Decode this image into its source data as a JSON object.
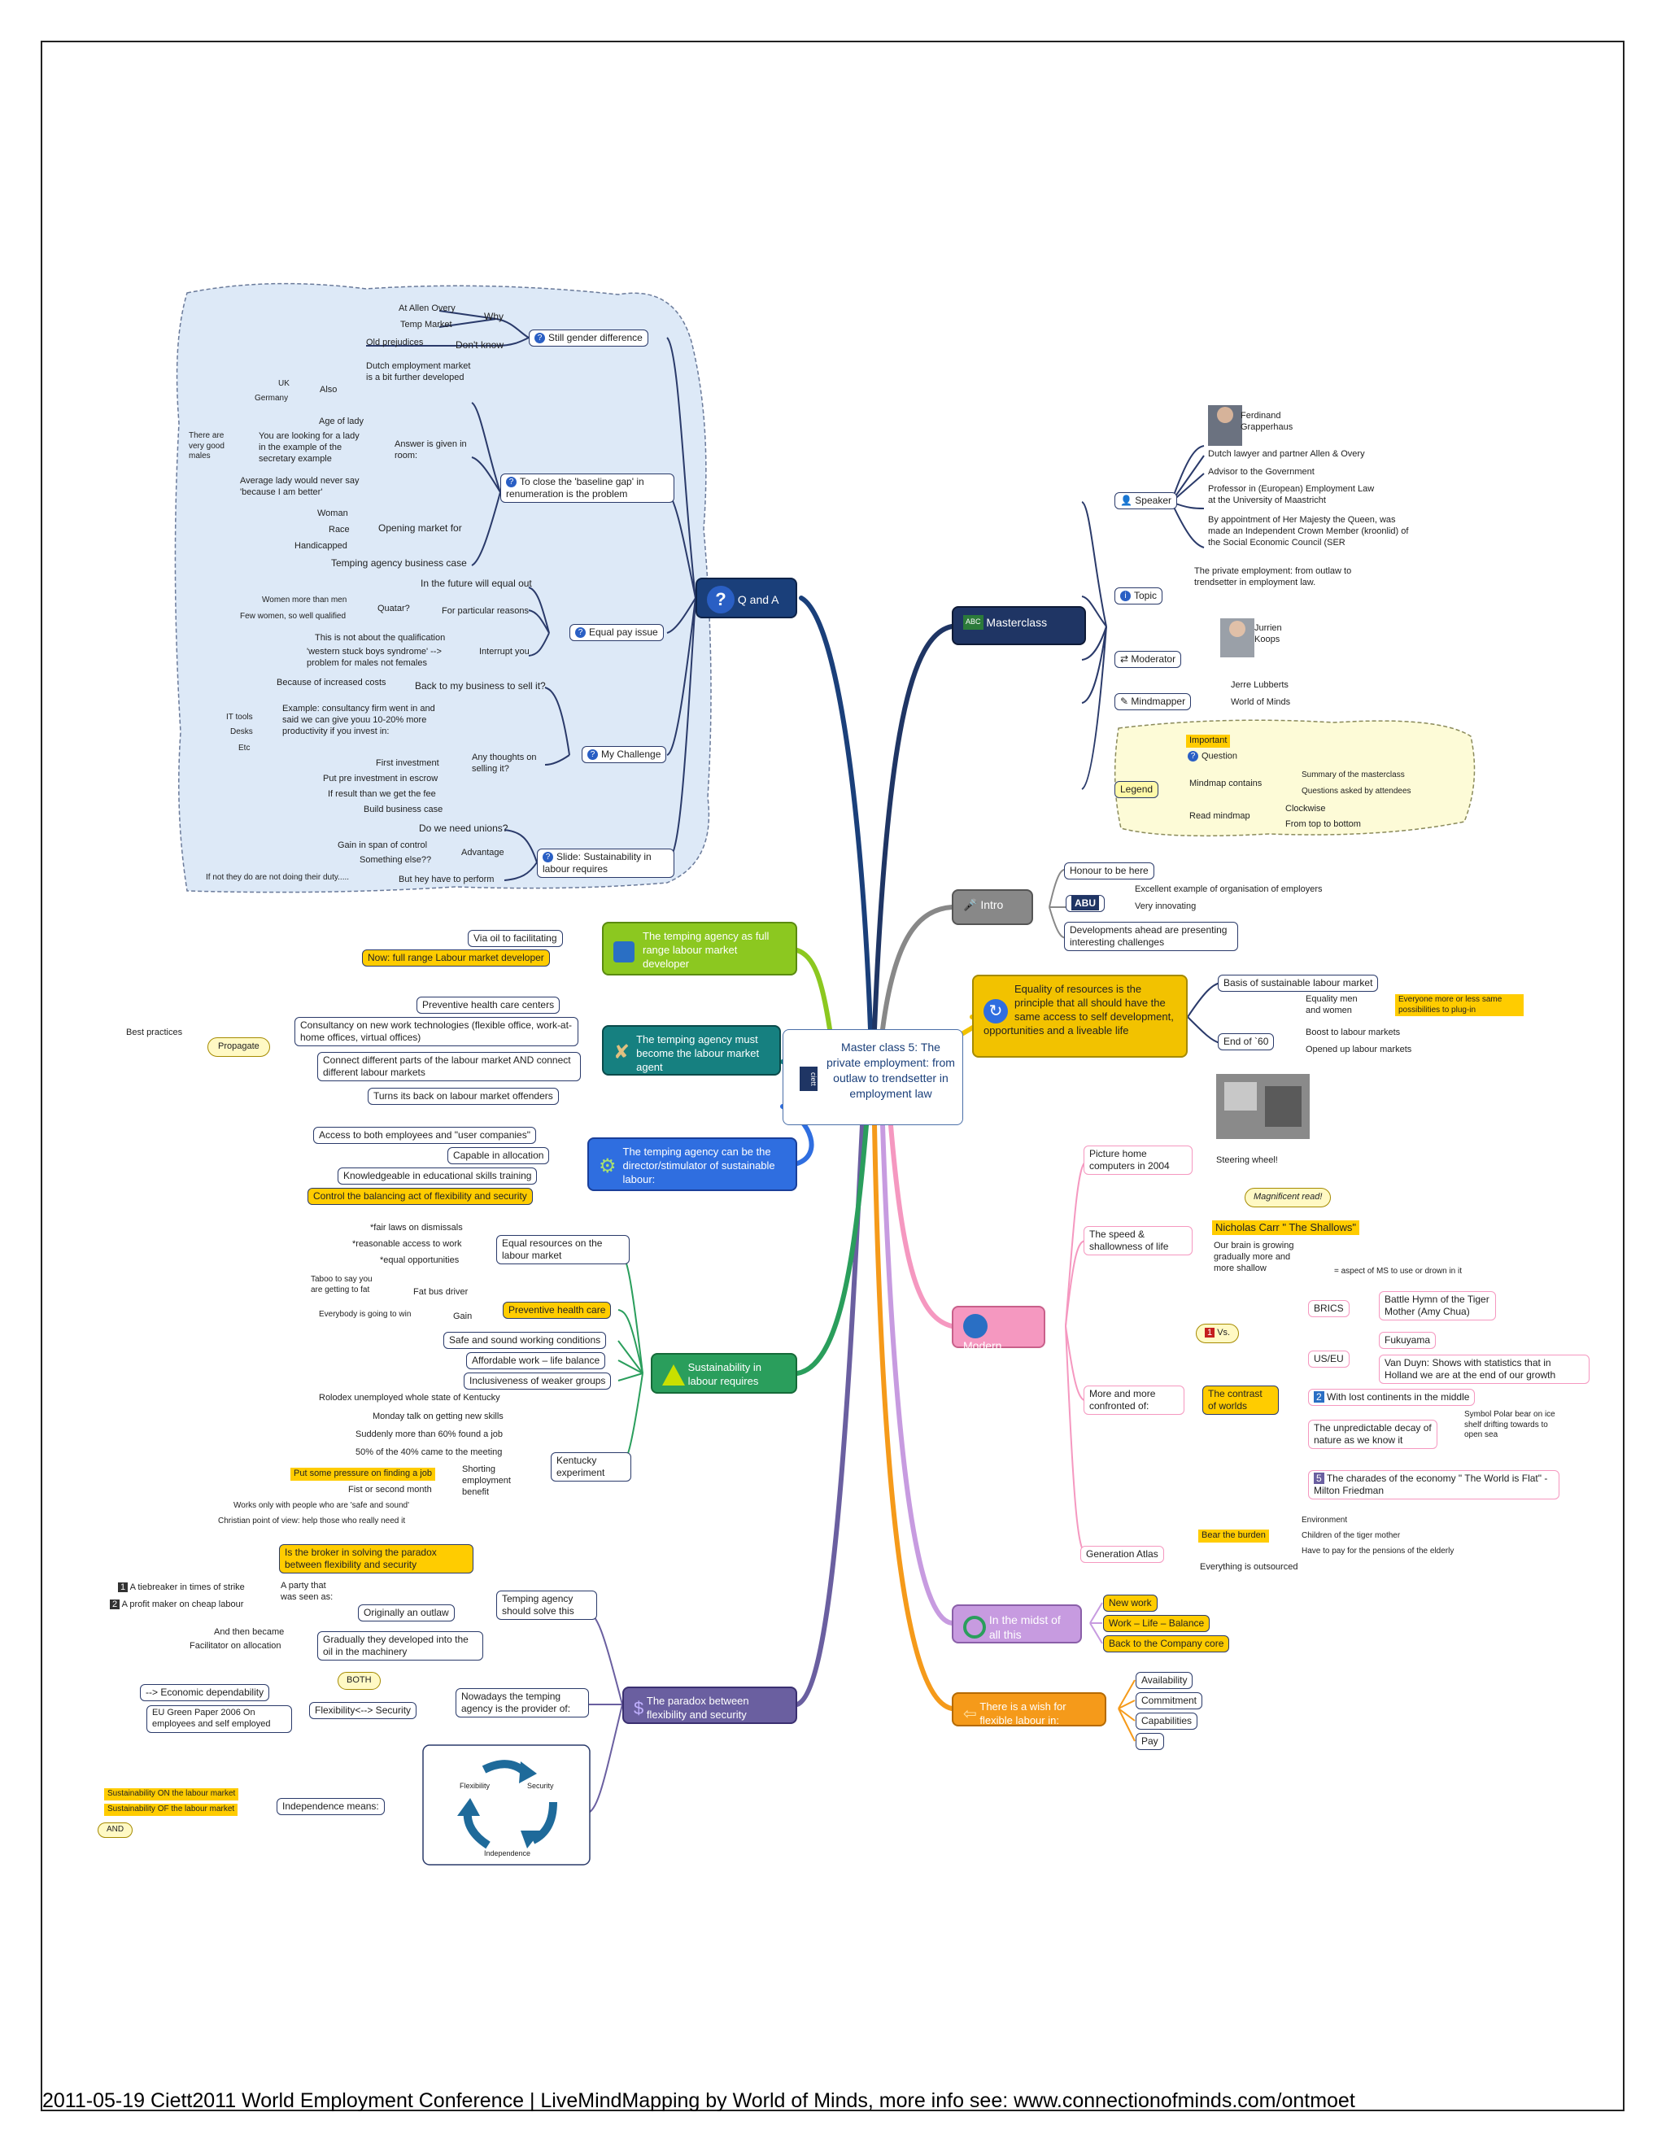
{
  "center": {
    "label": "Master class 5: The private employment: from outlaw to trendsetter in employment law",
    "logo": "ciett"
  },
  "footer": "2011-05-19  Ciett2011  World  Employment  Conference  |  LiveMindMapping  by  World  of  Minds,  more  info  see:  www.connectionofminds.com/ontmoet",
  "colors": {
    "qanda": "#1a3f7a",
    "masterclass": "#1f3564",
    "intro": "#888888",
    "equality": "#f2c200",
    "modern": "#f598c0",
    "midst": "#c79be0",
    "wish": "#f59a1a",
    "paradox": "#6a5fa0",
    "sustain": "#2a9e5c",
    "director": "#2f6ee0",
    "agent": "#168080",
    "developer": "#8cc820"
  },
  "qanda": {
    "label": "Q and A",
    "gender": {
      "label": "Still gender difference",
      "why": "Why",
      "allen": "At Allen Overy",
      "temp": "Temp Market",
      "dontknow": "Don't know",
      "old": "Old prejudices"
    },
    "gap": {
      "label": "To close the 'baseline gap' in renumeration is the problem",
      "dutch": "Dutch employment market is a bit further developed",
      "also": "Also",
      "uk": "UK",
      "germany": "Germany",
      "answer": "Answer is given in room:",
      "age": "Age of lady",
      "looking": "You are looking for a lady in the example of the secretary example",
      "therearevery": "There are very good males",
      "average": "Average lady would never say 'because I am better'",
      "opening": "Opening market for",
      "woman": "Woman",
      "race": "Race",
      "handicapped": "Handicapped",
      "tempcase": "Temping agency business case"
    },
    "equal": {
      "label": "Equal pay issue",
      "future": "In the future will equal out",
      "reasons": "For particular reasons",
      "quatar": "Quatar?",
      "women": "Women more than men",
      "few": "Few women, so well qualified",
      "interrupt": "Interrupt you",
      "notabout": "This is not about the qualification",
      "western": "'western stuck boys syndrome' --> problem for males not females"
    },
    "challenge": {
      "label": "My Challenge",
      "increased": "Because of increased costs",
      "back": "Back to my business to sell it?",
      "example": "Example: consultancy firm went in and said we can give youu 10-20% more productivity if you invest in:",
      "it": "IT tools",
      "desks": "Desks",
      "etc": "Etc",
      "thoughts": "Any thoughts on selling it?",
      "first": "First investment",
      "escrow": "Put pre investment in escrow",
      "fee": "If result than we get the fee",
      "build": "Build business case"
    },
    "slide": {
      "label": "Slide: Sustainability in labour requires",
      "unions": "Do we need unions?",
      "gain": "Gain in span of control",
      "something": "Something else??",
      "advantage": "Advantage",
      "ifnot": "If not they do are not doing their duty.....",
      "perform": "But hey have to perform"
    }
  },
  "masterclass": {
    "label": "Masterclass",
    "speaker": {
      "label": "Speaker",
      "name": "Ferdinand Grapperhaus",
      "l1": "Dutch lawyer and partner Allen & Overy",
      "l2": "Advisor to the Government",
      "l3": "Professor in (European) Employment Law at the University of Maastricht",
      "l4": "By appointment of Her Majesty the Queen, was made an Independent Crown Member (kroonlid) of the Social Economic Council (SER"
    },
    "topic": {
      "label": "Topic",
      "text": "The private employment: from outlaw to trendsetter in employment law."
    },
    "moderator": {
      "label": "Moderator",
      "name": "Jurrien Koops"
    },
    "mindmapper": {
      "label": "Mindmapper",
      "jerre": "Jerre Lubberts",
      "wom": "World of Minds"
    },
    "legend": {
      "label": "Legend",
      "important": "Important",
      "question": "Question",
      "contains": "Mindmap contains",
      "summary": "Summary of the masterclass",
      "asked": "Questions asked by attendees",
      "read": "Read mindmap",
      "clockwise": "Clockwise",
      "top": "From top to bottom"
    }
  },
  "intro": {
    "label": "Intro",
    "honour": "Honour to be here",
    "abu": "ABU",
    "excellent": "Excellent example of organisation of employers",
    "innovating": "Very innovating",
    "developments": "Developments ahead are presenting interesting challenges"
  },
  "equality": {
    "label": "Equality of resources is the principle that all should have the same access to self development, opportunities and  a liveable life",
    "basis": "Basis of sustainable labour market",
    "end60": "End of `60",
    "equalmen": "Equality men and women",
    "everyone": "Everyone more or less same possibilities to plug-in",
    "boost": "Boost to labour markets",
    "opened": "Opened up labour markets"
  },
  "modern": {
    "label": "Modern society",
    "picture": "Picture home computers in 2004",
    "steering": "Steering wheel!",
    "speed": "The speed & shallowness of life",
    "magnificent": "Magnificent read!",
    "carr": "Nicholas Carr \" The Shallows\"",
    "brain": "Our brain is growing gradually more and more shallow",
    "aspect": "= aspect of MS to use or drown in it",
    "more": "More and more confronted of:",
    "contrast": "The contrast of worlds",
    "vs": "Vs.",
    "brics": "BRICS",
    "battle": "Battle Hymn of the Tiger Mother (Amy Chua)",
    "useu": "US/EU",
    "fukuyama": "Fukuyama",
    "vanduyn": "Van Duyn: Shows with statistics that in Holland we are at the end of our growth",
    "lost": "With lost continents in the middle",
    "unpredictable": "The unpredictable decay of nature as we know it",
    "polar": "Symbol Polar bear on ice shelf drifting towards to open sea",
    "charades": "The charades of the economy \" The World is Flat\" - Milton Friedman",
    "atlas": "Generation Atlas",
    "burden": "Bear the burden",
    "environment": "Environment",
    "children": "Children of the tiger mother",
    "pensions": "Have to pay for the pensions of the elderly",
    "outsourced": "Everything is outsourced"
  },
  "midst": {
    "label": "In the midst of all this",
    "newwork": "New work",
    "wlb": "Work – Life – Balance",
    "backcore": "Back to the Company core"
  },
  "wish": {
    "label": "There is a wish for flexible labour in:",
    "availability": "Availability",
    "commitment": "Commitment",
    "capabilities": "Capabilities",
    "pay": "Pay"
  },
  "paradox": {
    "label": "The paradox between flexibility and security",
    "broker": "Is the broker in solving the paradox between flexibility and security",
    "solve": "Temping agency should solve this",
    "party": "A party that was seen as:",
    "outlaw": "Originally an outlaw",
    "tiebreaker": "A tiebreaker in times of strike",
    "profit": "A profit maker on cheap labour",
    "gradually": "Gradually they developed into the oil in the machinery",
    "andthen": "And then became",
    "facilitator": "Facilitator on allocation",
    "nowadays": "Nowadays the temping agency is the provider of:",
    "flexsec": "Flexibility<--> Security",
    "both": "BOTH",
    "econ": "--> Economic dependability",
    "eugreen": "EU Green Paper 2006 On employees and self employed",
    "indep": "Independence means:",
    "sustON": "Sustainability ON the labour market",
    "sustOF": "Sustainability OF the labour market",
    "and": "AND",
    "cycle": {
      "flex": "Flexibility",
      "sec": "Security",
      "ind": "Independence"
    }
  },
  "sustain": {
    "label": "Sustainability in labour requires",
    "equalres": "Equal resources on the labour market",
    "fair": "*fair laws on dismissals",
    "reasonable": "*reasonable access to work",
    "equalopp": "*equal opportunities",
    "preventive": "Preventive health care",
    "fatbus": "Fat bus driver",
    "taboo": "Taboo to say you are getting to fat",
    "gain": "Gain",
    "everybody": "Everybody is going to win",
    "safe": "Safe and sound working conditions",
    "affordable": "Affordable work – life balance",
    "inclusive": "Inclusiveness of weaker groups",
    "kentucky": "Kentucky experiment",
    "rolodex": "Rolodex unemployed whole state of Kentucky",
    "monday": "Monday talk on getting new skills",
    "suddenly": "Suddenly more than 60% found a job",
    "fifty": "50% of the 40% came to the meeting",
    "shorting": "Shorting employment benefit",
    "pressure": "Put some pressure on finding a job",
    "fist": "Fist or second month",
    "worksonly": "Works only with people who are 'safe and sound'",
    "christian": "Christian point of view: help those who really need it"
  },
  "director": {
    "label": "The temping agency can be the director/stimulator of sustainable labour:",
    "access": "Access to both employees and \"user companies\"",
    "capable": "Capable in allocation",
    "knowledge": "Knowledgeable in educational skills training",
    "control": "Control the balancing act of flexibility and security"
  },
  "agent": {
    "label": "The temping agency must become the labour market agent",
    "preventive": "Preventive health care centers",
    "consultancy": "Consultancy on new work technologies (flexible office, work-at-home offices, virtual offices)",
    "connect": "Connect different parts of the labour market AND connect different labour markets",
    "turns": "Turns its back on labour market offenders",
    "propagate": "Propagate",
    "best": "Best practices"
  },
  "developer": {
    "label": "The temping agency as full range labour market developer",
    "via": "Via oil to facilitating",
    "now": "Now: full range Labour market developer"
  }
}
